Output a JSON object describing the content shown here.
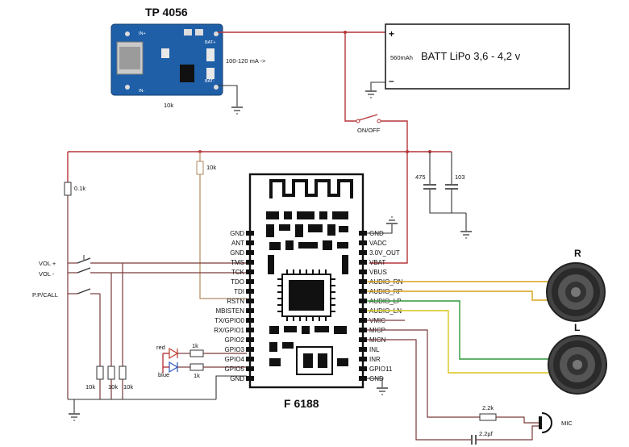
{
  "charger": {
    "title": "TP 4056",
    "pin_in_plus": "IN+",
    "pin_in_minus": "IN-",
    "pin_bat_plus": "BAT+",
    "pin_bat_minus": "BAT-",
    "current_note": "100-120 mA ->",
    "resistor": "10k"
  },
  "battery": {
    "label": "BATT LiPo 3,6 - 4,2 v",
    "capacity": "560mAh",
    "plus": "+",
    "minus": "–"
  },
  "switch": {
    "label": "ON/OFF"
  },
  "caps": {
    "c1": "475",
    "c2": "103"
  },
  "resistors": {
    "r_top_left": "0.1k",
    "r_mid": "10k",
    "r_btn1": "10k",
    "r_btn2": "10k",
    "r_btn3": "10k",
    "r_led1": "1k",
    "r_led2": "1k",
    "r_mic": "2.2k",
    "c_mic": "2.2µf"
  },
  "controls": {
    "vol_plus": "VOL +",
    "vol_minus": "VOL -",
    "pp_call": "P.P/CALL"
  },
  "leds": {
    "red": "red",
    "blue": "blue"
  },
  "module": {
    "name": "F 6188",
    "left_pins": [
      "GND",
      "ANT",
      "GND",
      "TMS",
      "TCK",
      "TDO",
      "TDI",
      "RSTN",
      "MBISTEN",
      "TX/GPIO0",
      "RX/GPIO1",
      "GPIO2",
      "GPIO3",
      "GPIO4",
      "GPIO5",
      "GND"
    ],
    "right_pins": [
      "GND",
      "VADC",
      "3.0V_OUT",
      "VBAT",
      "VBUS",
      "AUDIO_RN",
      "AUDIO_RP",
      "AUDIO_LP",
      "AUDIO_LN",
      "VMIC",
      "MICP",
      "MICN",
      "INL",
      "INR",
      "GPIO11",
      "GND"
    ]
  },
  "speakers": {
    "right": "R",
    "left": "L"
  },
  "mic": {
    "label": "MIC"
  },
  "colors": {
    "wire_red": "#b5363a",
    "board_blue": "#1f5fa8",
    "audio_orange": "#d9a21c",
    "audio_green": "#2f9a3a",
    "audio_yellow": "#d8c41a"
  }
}
